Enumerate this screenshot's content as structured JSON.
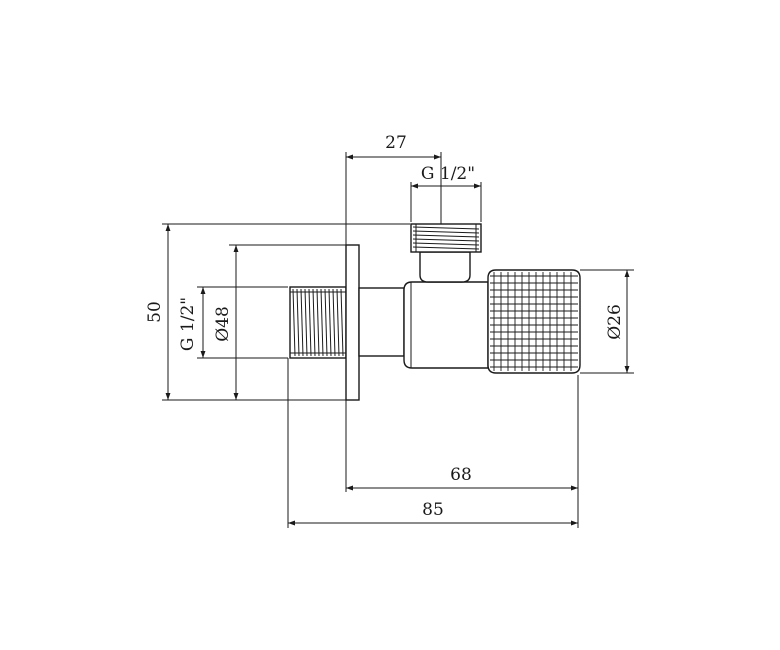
{
  "dimensions": {
    "top_width": "27",
    "top_thread": "G 1/2\"",
    "height": "50",
    "inlet_thread": "G 1/2\"",
    "flange_diameter": "Ø48",
    "handle_diameter": "Ø26",
    "body_length": "68",
    "total_length": "85"
  }
}
